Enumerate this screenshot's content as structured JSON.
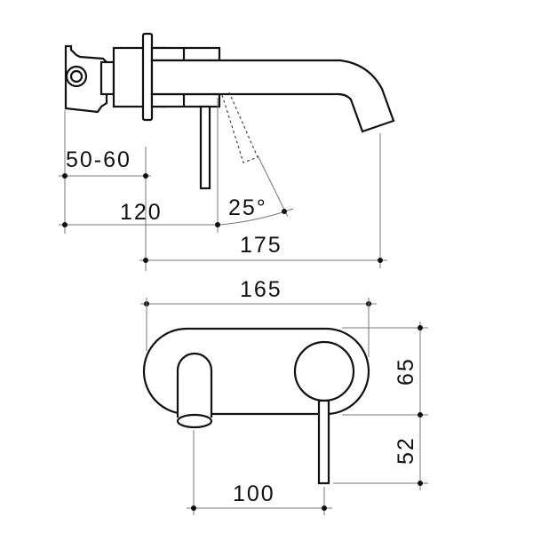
{
  "drawing": {
    "type": "technical-dimension-drawing",
    "subject": "wall-mounted basin mixer with spout",
    "units": "mm",
    "side_view": {
      "dimensions": {
        "wall_depth": "50-60",
        "lever_offset": "120",
        "spout_reach": "175",
        "lever_angle": "25°"
      }
    },
    "front_view": {
      "dimensions": {
        "plate_width": "165",
        "plate_height": "65",
        "lever_drop": "52",
        "spout_to_lever": "100"
      }
    },
    "colors": {
      "line": "#111111",
      "dimension_line": "#777777",
      "background": "#ffffff"
    }
  }
}
